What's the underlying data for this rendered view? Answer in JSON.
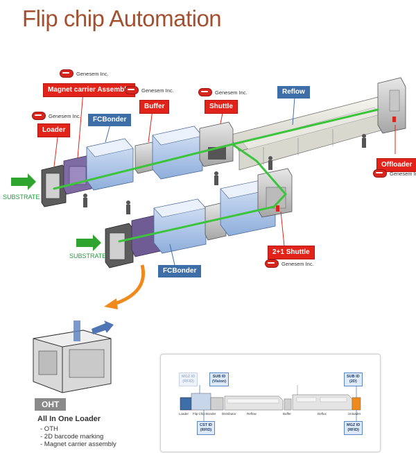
{
  "title": "Flip chip Automation",
  "labels": {
    "magnet_carrier": "Magnet carrier Assembly",
    "loader": "Loader",
    "buffer": "Buffer",
    "shuttle": "Shuttle",
    "reflow": "Reflow",
    "fcbonder_top": "FCBonder",
    "fcbonder_bottom": "FCBonder",
    "offloader": "Offloader",
    "shuttle_21": "2+1 Shuttle"
  },
  "logo_text": "Genesem Inc.",
  "substrate_label": "SUBSTRATE",
  "oht": {
    "badge": "OHT",
    "title": "All In One Loader",
    "items": [
      "- OTH",
      "- 2D barcode marking",
      "- Magnet carrier assembly"
    ]
  },
  "inset": {
    "ids": {
      "mgz_left": [
        "MGZ ID",
        "(RFID)"
      ],
      "sub_vision": [
        "SUB ID",
        "(Vision)"
      ],
      "cst": [
        "CST ID",
        "(RFID)"
      ],
      "sub_2d": [
        "SUB ID",
        "(2D)"
      ],
      "mgz_right": [
        "MGZ ID",
        "(RFID)"
      ]
    },
    "stations": [
      "Loader",
      "Flip Chip Bonder",
      "Distributor",
      "Reflow",
      "Buffer",
      "Deflux",
      "Unloader"
    ]
  },
  "colors": {
    "title": "#a4502f",
    "red_label": "#e2231a",
    "blue_label": "#3d6ea8",
    "flow_line": "#3cc43c",
    "arrow_green": "#2fa52f",
    "arrow_orange": "#f08a1c"
  }
}
